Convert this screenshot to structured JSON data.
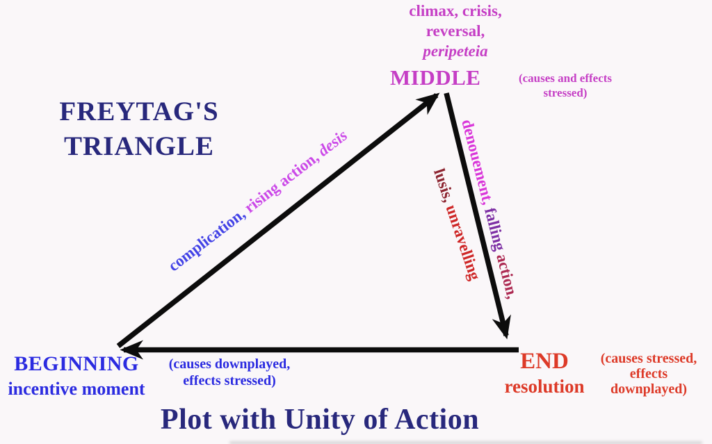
{
  "colors": {
    "background": "#faf7f9",
    "navy": "#28287c",
    "magenta": "#c53ec5",
    "riseblue": "#4343e6",
    "risemagenta": "#cb49e8",
    "denouement": "#d936d9",
    "fallpurple": "#7d2fa4",
    "crimson": "#ad2a52",
    "maroon": "#8c2430",
    "red2": "#ce2626",
    "blue": "#2b2be0",
    "red": "#dd3a28",
    "line": "#0c0c0c"
  },
  "heading": {
    "line1": "FREYTAG'S",
    "line2": "TRIANGLE"
  },
  "apex": {
    "line1": "climax, crisis,",
    "line2": "reversal,",
    "line3": "peripeteia",
    "label": "MIDDLE",
    "note_line1": "(causes and effects",
    "note_line2": "stressed)"
  },
  "rising_edge": {
    "part1": "complication, ",
    "part2": "rising action, ",
    "part3": "desis"
  },
  "falling_edge": {
    "part1": "denouement, ",
    "part2": "falling ",
    "part3": "action,"
  },
  "inner_edge": {
    "part1": "lusis, ",
    "part2": "unravelling"
  },
  "beginning": {
    "label": "BEGINNING",
    "sublabel": "incentive moment",
    "note_line1": "(causes downplayed,",
    "note_line2": "effects stressed)"
  },
  "end": {
    "label": "END",
    "sublabel": "resolution",
    "note_line1": "(causes stressed,",
    "note_line2": "effects",
    "note_line3": "downplayed)"
  },
  "footer": {
    "title": "Plot with Unity of Action"
  }
}
